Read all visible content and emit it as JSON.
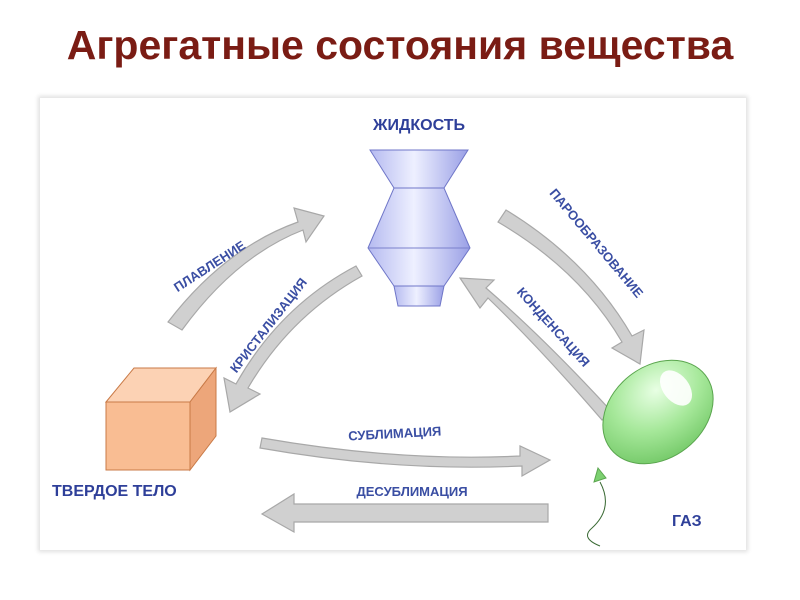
{
  "title": "Агрегатные состояния вещества",
  "states": {
    "liquid": "ЖИДКОСТЬ",
    "solid": "ТВЕРДОЕ ТЕЛО",
    "gas": "ГАЗ"
  },
  "transitions": {
    "melting": "ПЛАВЛЕНИЕ",
    "crystallization": "КРИСТАЛИЗАЦИЯ",
    "vaporization": "ПАРООБРАЗОВАНИЕ",
    "condensation": "КОНДЕНСАЦИЯ",
    "sublimation": "СУБЛИМАЦИЯ",
    "desublimation": "ДЕСУБЛИМАЦИЯ"
  },
  "colors": {
    "title": "#7a1c14",
    "labels": "#3a4ea3",
    "vase": "#c9cdf5",
    "cube": "#f7b98f",
    "balloon": "#a6e89a",
    "arrows": "#d0d0d0"
  }
}
